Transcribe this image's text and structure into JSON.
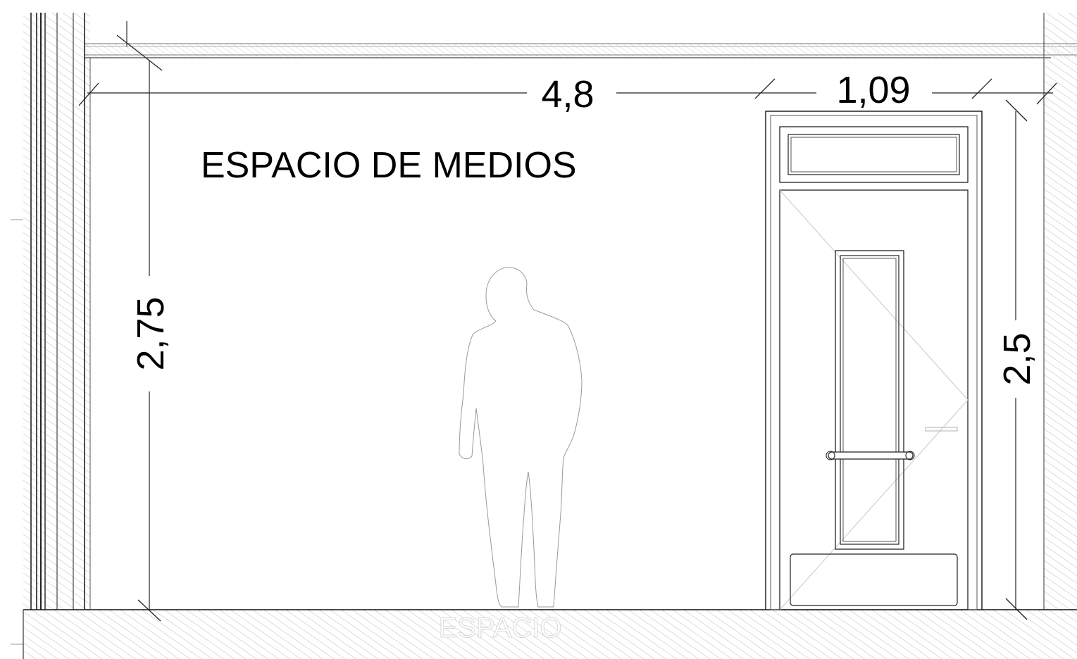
{
  "drawing": {
    "room_label": "ESPACIO DE MEDIOS",
    "floor_label": "ESPACIO",
    "dimensions": {
      "room_width": "4,8",
      "door_width": "1,09",
      "room_height": "2,75",
      "door_height": "2,5"
    },
    "elements": {
      "wall_hatch": "diagonal-hatch",
      "person": "human-silhouette",
      "door": "glazed-door-with-transom"
    }
  }
}
